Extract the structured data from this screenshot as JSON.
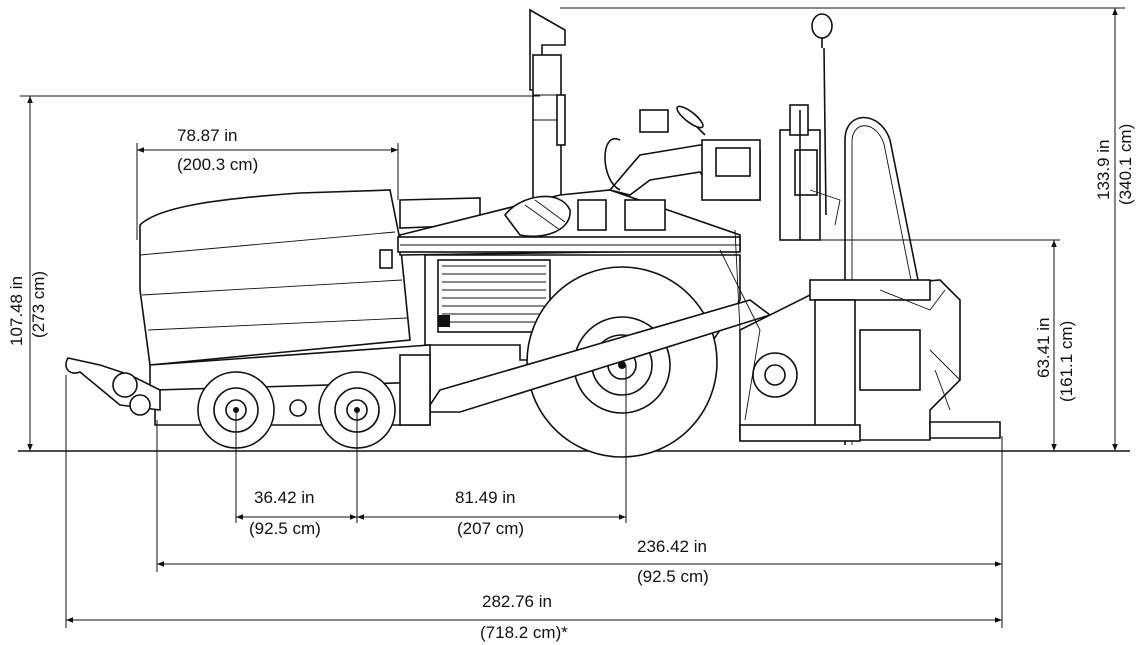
{
  "dimensions": {
    "hopper_width": {
      "imperial": "78.87 in",
      "metric": "(200.3 cm)"
    },
    "hopper_height": {
      "imperial": "107.48 in",
      "metric": "(273 cm)"
    },
    "overall_height": {
      "imperial": "133.9 in",
      "metric": "(340.1 cm)"
    },
    "deck_height": {
      "imperial": "63.41 in",
      "metric": "(161.1 cm)"
    },
    "axle_spacing": {
      "imperial": "36.42 in",
      "metric": "(92.5 cm)"
    },
    "axle_to_drive_wheel": {
      "imperial": "81.49 in",
      "metric": "(207 cm)"
    },
    "length_without_push_roller": {
      "imperial": "236.42 in",
      "metric": "(92.5 cm)"
    },
    "overall_length": {
      "imperial": "282.76 in",
      "metric": "(718.2 cm)*"
    }
  }
}
